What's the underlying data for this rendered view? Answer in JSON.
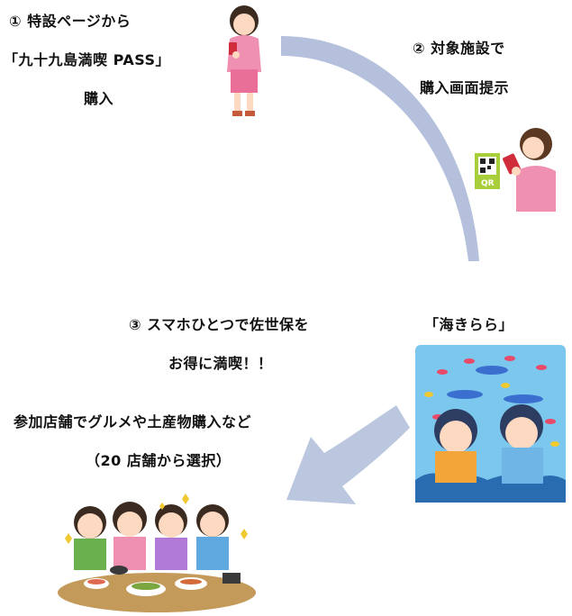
{
  "step1": {
    "line1": "① 特設ページから",
    "line2": "「九十九島満喫 PASS」",
    "line3": "購入"
  },
  "step2": {
    "line1": "② 対象施設で",
    "line2": "購入画面提示"
  },
  "step3": {
    "line1": "③ スマホひとつで佐世保を",
    "line2": "お得に満喫！！"
  },
  "aquarium_label": "「海きらら」",
  "shops": {
    "line1": "参加店舗でグルメや土産物購入など",
    "line2": "（20 店舗から選択）"
  },
  "qr_label": "QR",
  "colors": {
    "arrow": "#b4c0dc",
    "shirt_pink": "#ef8fb1",
    "aquarium_bg": "#7cc7ee",
    "qr_green": "#a8cf3a"
  }
}
